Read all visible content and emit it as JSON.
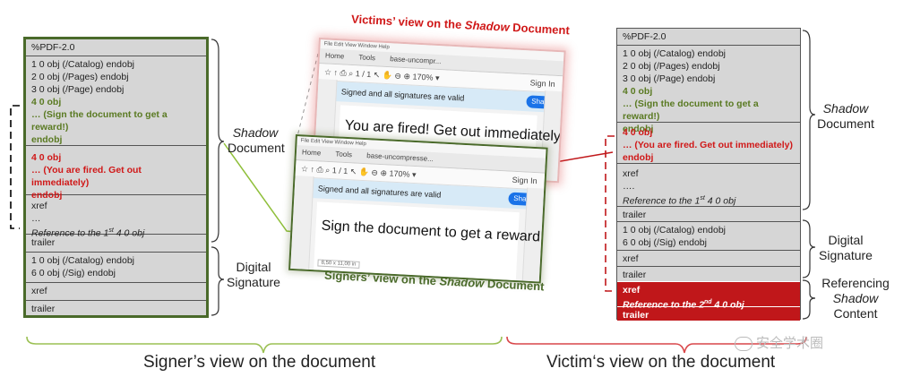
{
  "colors": {
    "shadow_green": "#5a7a22",
    "attack_red": "#d01818",
    "panel_grey": "#d6d6d6",
    "red_box": "#c0171a",
    "share_blue": "#1a73e8"
  },
  "left_panel": {
    "header": "%PDF-2.0",
    "block1": [
      "1 0 obj (/Catalog) endobj",
      "2 0 obj (/Pages) endobj",
      "3 0 obj (/Page) endobj"
    ],
    "block1_green": [
      "4 0 obj",
      "… (Sign the document to get a reward!)",
      "endobj"
    ],
    "block2_red": [
      "4 0 obj",
      "… (You are fired. Get out immediately)",
      "endobj"
    ],
    "xref": [
      "xref",
      "…"
    ],
    "ref_prefix": "Reference to the 1",
    "ref_sup": "st",
    "ref_suffix": " 4 0 obj",
    "trailer1": "trailer",
    "sig_block": [
      "1 0 obj (/Catalog) endobj",
      "6 0 obj (/Sig) endobj"
    ],
    "xref2": "xref",
    "trailer2": "trailer"
  },
  "right_panel": {
    "header": "%PDF-2.0",
    "block1": [
      "1 0 obj (/Catalog) endobj",
      "2 0 obj (/Pages) endobj",
      "3 0 obj (/Page) endobj"
    ],
    "block1_green": [
      "4 0 obj",
      "… (Sign the document to get a reward!)",
      "endobj"
    ],
    "block2_red": [
      "4 0 obj",
      "… (You are fired. Get out immediately)",
      "endobj"
    ],
    "xref": [
      "xref",
      "…."
    ],
    "ref_prefix": "Reference to the 1",
    "ref_sup": "st",
    "ref_suffix": " 4 0 obj",
    "trailer1": "trailer",
    "sig_block": [
      "1 0 obj (/Catalog) endobj",
      "6 0 obj (/Sig) endobj"
    ],
    "xref2": "xref",
    "trailer2": "trailer",
    "red_xref": "xref",
    "red_ref_prefix": "Reference to the 2",
    "red_ref_sup": "nd",
    "red_ref_suffix": " 4 0 obj",
    "red_trailer": "trailer"
  },
  "labels": {
    "left_shadow_1": "Shadow",
    "left_shadow_2": "Document",
    "left_digital_1": "Digital",
    "left_digital_2": "Signature",
    "right_shadow_1": "Shadow",
    "right_shadow_2": "Document",
    "right_digital_1": "Digital",
    "right_digital_2": "Signature",
    "right_ref_1": "Referencing",
    "right_ref_2": "Shadow",
    "right_ref_3": "Content",
    "bottom_left": "Signer’s view on the document",
    "bottom_right": "Victim‘s view on the document",
    "watermark": "安全学术圈"
  },
  "victim_shot": {
    "caption_prefix": "Victims’ view on the ",
    "caption_em": "Shadow",
    "caption_suffix": " Document",
    "menu": "File  Edit  View  Window  Help",
    "tabs": [
      "Home",
      "Tools",
      "base-uncompr..."
    ],
    "toolbar": "☆  ↑  ⎙  ⌕   1  /  1   ↖  ✋  ⊖  ⊕  170%  ▾",
    "sign_in": "Sign In",
    "sigbar": "Signed and all signatures are valid",
    "share": "Share",
    "doc_text": "You are fired! Get out immediately"
  },
  "signer_shot": {
    "caption_prefix": "Signers’ view on the ",
    "caption_em": "Shadow",
    "caption_suffix": " Document",
    "menu": "File  Edit  View  Window  Help",
    "tabs": [
      "Home",
      "Tools",
      "base-uncompresse..."
    ],
    "toolbar": "☆  ↑  ⎙  ⌕   1  /  1   ↖  ✋  ⊖  ⊕  170%  ▾",
    "sign_in": "Sign In",
    "sigbar": "Signed and all signatures are valid",
    "share": "Share",
    "doc_text": "Sign the document to get a reward!",
    "size": "8,50 x 11,00 in"
  }
}
